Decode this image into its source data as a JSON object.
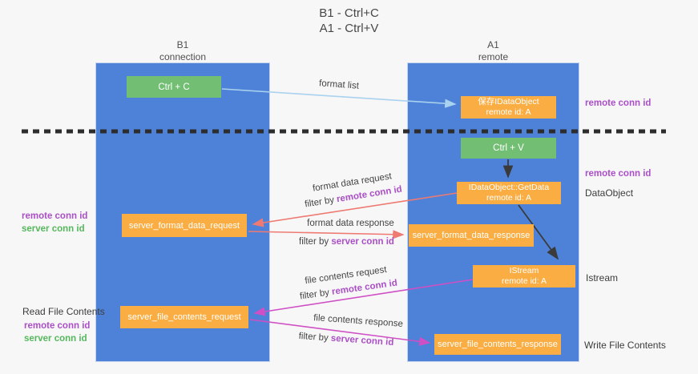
{
  "title": {
    "line1": "B1 - Ctrl+C",
    "line2": "A1 - Ctrl+V"
  },
  "lanes": {
    "left": {
      "title": "B1",
      "subtitle": "connection"
    },
    "right": {
      "title": "A1",
      "subtitle": "remote"
    }
  },
  "nodes": {
    "ctrl_c": {
      "label": "Ctrl + C"
    },
    "ctrl_v": {
      "label": "Ctrl + V"
    },
    "save_idataobject": {
      "line1": "保存IDataObject",
      "line2": "remote id: A"
    },
    "getdata": {
      "line1": "IDataObject::GetData",
      "line2": "remote id: A"
    },
    "istream": {
      "line1": "IStream",
      "line2": "remote id: A"
    },
    "server_format_data_request": {
      "label": "server_format_data_request"
    },
    "server_format_data_response": {
      "label": "server_format_data_response"
    },
    "server_file_contents_request": {
      "label": "server_file_contents_request"
    },
    "server_file_contents_response": {
      "label": "server_file_contents_response"
    }
  },
  "edge_labels": {
    "format_list": "format list",
    "format_data_request": "format data request",
    "format_data_request_filter": {
      "prefix": "filter by ",
      "id": "remote conn id"
    },
    "format_data_response": "format data response",
    "format_data_response_filter": {
      "prefix": "filter by ",
      "id": "server conn id"
    },
    "file_contents_request": "file contents request",
    "file_contents_request_filter": {
      "prefix": "filter by ",
      "id": "remote conn id"
    },
    "file_contents_response": "file contents response",
    "file_contents_response_filter": {
      "prefix": "filter by ",
      "id": "server conn id"
    }
  },
  "annotations": {
    "right_remote_conn_id_top": "remote conn id",
    "right_remote_conn_id_mid": "remote conn id",
    "right_dataobject": "DataObject",
    "right_istream": "Istream",
    "right_write_file_contents": "Write File Contents",
    "left_remote_conn_id_mid": "remote conn id",
    "left_server_conn_id_mid": "server conn id",
    "left_read_file_contents": "Read File Contents",
    "left_remote_conn_id_bottom": "remote conn id",
    "left_server_conn_id_bottom": "server conn id"
  },
  "colors": {
    "lane-blue": "#4e82d8",
    "node-green": "#72bf74",
    "node-orange": "#f9ad42",
    "id-purple": "#ab4fc6",
    "id-green": "#55b85c",
    "arrow-blue": "#a9d2ef",
    "arrow-red": "#ee7a72",
    "arrow-magenta": "#cf4fc5",
    "arrow-black": "#3a3a3a",
    "divider-black": "#2d2d2d"
  }
}
